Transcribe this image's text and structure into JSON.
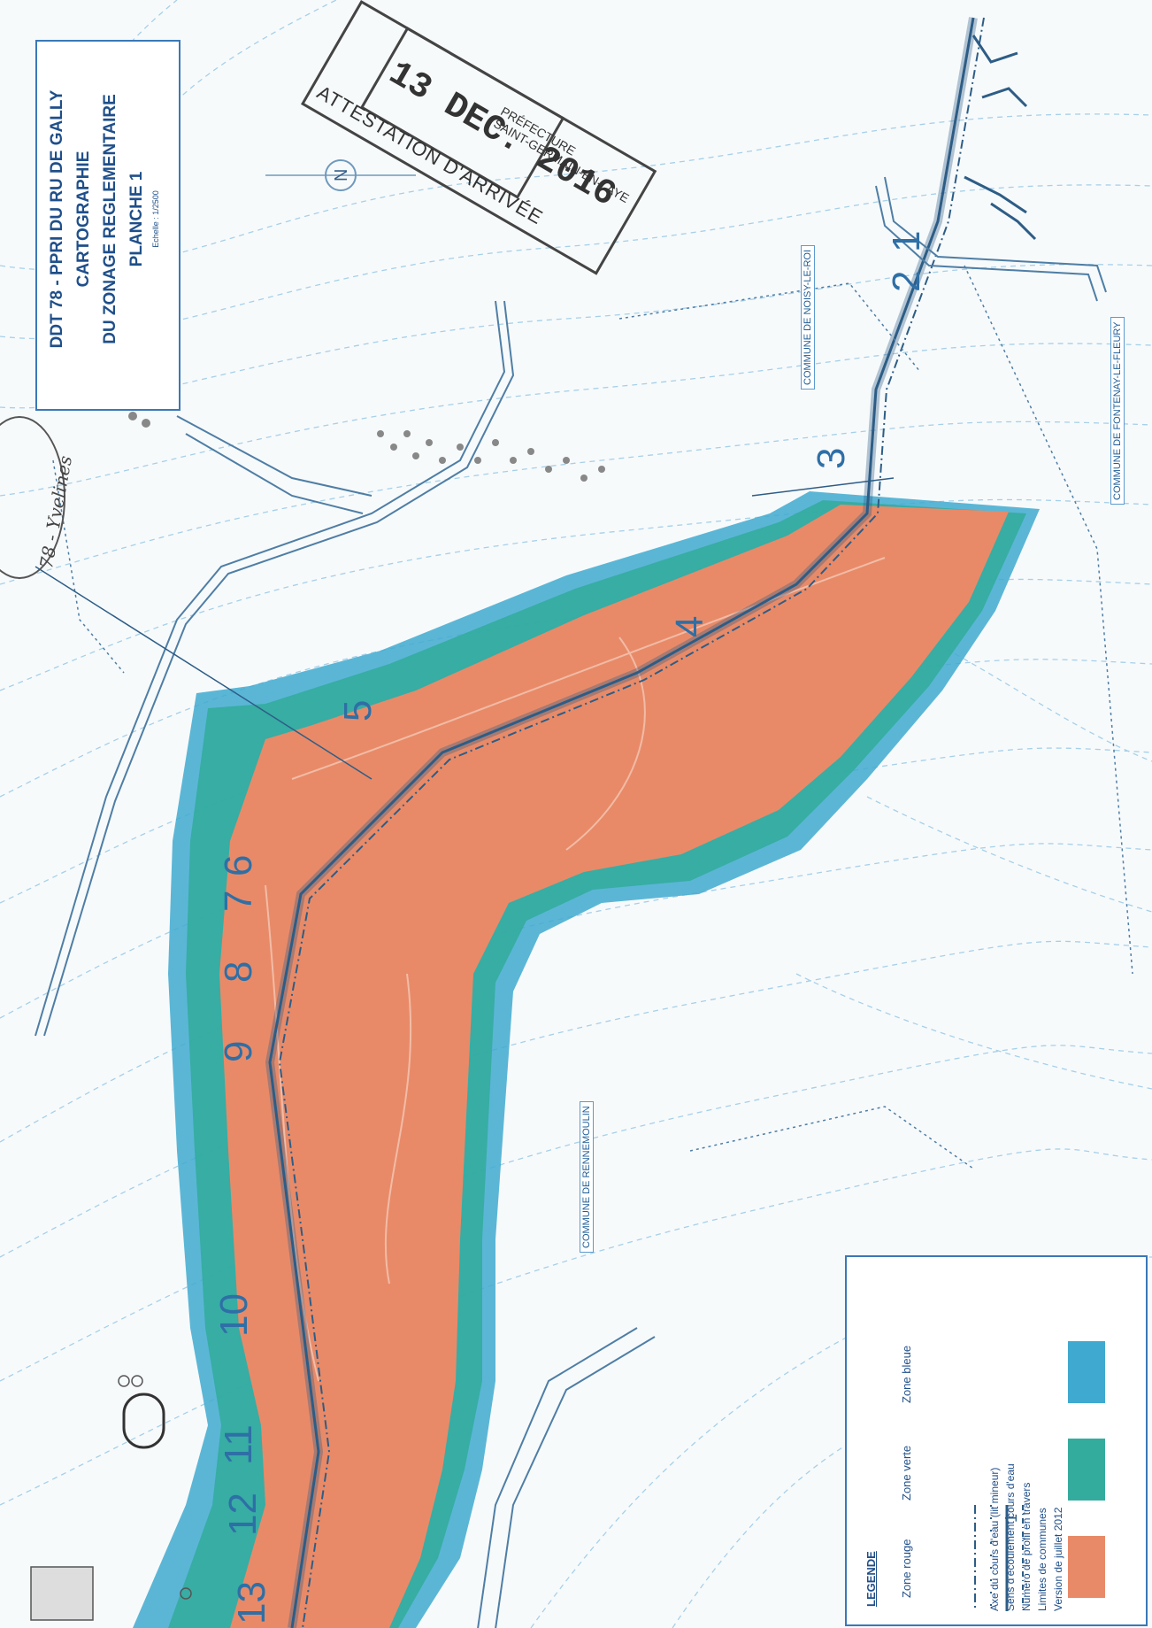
{
  "title": {
    "line1": "DDT 78 - PPRI DU RU DE GALLY",
    "line2": "CARTOGRAPHIE",
    "line3": "DU ZONAGE REGLEMENTAIRE",
    "line4": "PLANCHE 1",
    "scale": "Echelle : 1/2500"
  },
  "stamp": {
    "prefecture": "PRÉFECTURE",
    "city": "SAINT-GERMAIN-EN-LAYE",
    "date": "13 DEC. 2016",
    "attestation": "ATTESTATION D'ARRIVÉE"
  },
  "seal": {
    "text": "78 - Yvelines"
  },
  "communes": {
    "noisy": "COMMUNE DE NOISY-LE-ROI",
    "fontenay": "COMMUNE DE FONTENAY-LE-FLEURY",
    "rennemoulin": "COMMUNE DE RENNEMOULIN"
  },
  "profiles": [
    "1",
    "2",
    "3",
    "4",
    "5",
    "6",
    "7",
    "8",
    "9",
    "10",
    "11",
    "12",
    "13"
  ],
  "legend": {
    "title": "LEGENDE",
    "zones": [
      {
        "label": "Zone rouge",
        "color": "#e88a68"
      },
      {
        "label": "Zone verte",
        "color": "#33ac9e"
      },
      {
        "label": "Zone bleue",
        "color": "#3fa9cf"
      }
    ],
    "lines": [
      "Axe du cours d'eau (lit mineur)",
      "Sens d'écoulement cours d'eau",
      "Numéro de profil en travers",
      "Limites de communes",
      "Version de juillet 2012"
    ],
    "profile_symbol": "1"
  },
  "colors": {
    "zone_rouge": "#e88a68",
    "zone_verte": "#33ac9e",
    "zone_bleue": "#3fa9cf",
    "contour": "#7db7dc",
    "river": "#2d5d86"
  }
}
